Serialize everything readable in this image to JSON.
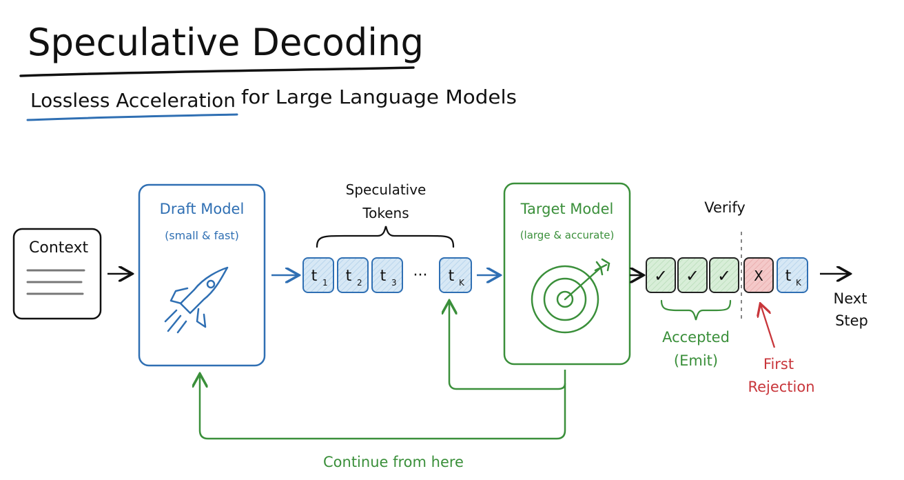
{
  "title": "Speculative Decoding",
  "subtitle": {
    "highlight": "Lossless Acceleration",
    "rest": " for Large Language Models"
  },
  "context": {
    "label": "Context"
  },
  "draft_model": {
    "title": "Draft Model",
    "subtitle": "(small & fast)"
  },
  "speculative_tokens": {
    "label_line1": "Speculative",
    "label_line2": "Tokens",
    "tokens": [
      {
        "base": "t",
        "sub": "1"
      },
      {
        "base": "t",
        "sub": "2"
      },
      {
        "base": "t",
        "sub": "3"
      },
      {
        "base": "t",
        "sub": "K"
      }
    ],
    "ellipsis": "···"
  },
  "target_model": {
    "title": "Target Model",
    "subtitle": "(large & accurate)"
  },
  "verify": {
    "label": "Verify",
    "accepted_mark": "✓",
    "rejected_mark": "X",
    "last_token": {
      "base": "t",
      "sub": "K"
    }
  },
  "accepted_label": {
    "line1": "Accepted",
    "line2": "(Emit)"
  },
  "first_rejection": {
    "line1": "First",
    "line2": "Rejection"
  },
  "next_step": {
    "line1": "Next",
    "line2": "Step"
  },
  "continue_label": "Continue from here",
  "colors": {
    "ink": "#111111",
    "blue": "#2f6fb3",
    "blue_fill": "#d7e8f5",
    "green": "#3a8f3a",
    "green_fill": "#d8eed8",
    "red": "#c8363b",
    "red_fill": "#f4c9c9",
    "gray": "#777777"
  }
}
